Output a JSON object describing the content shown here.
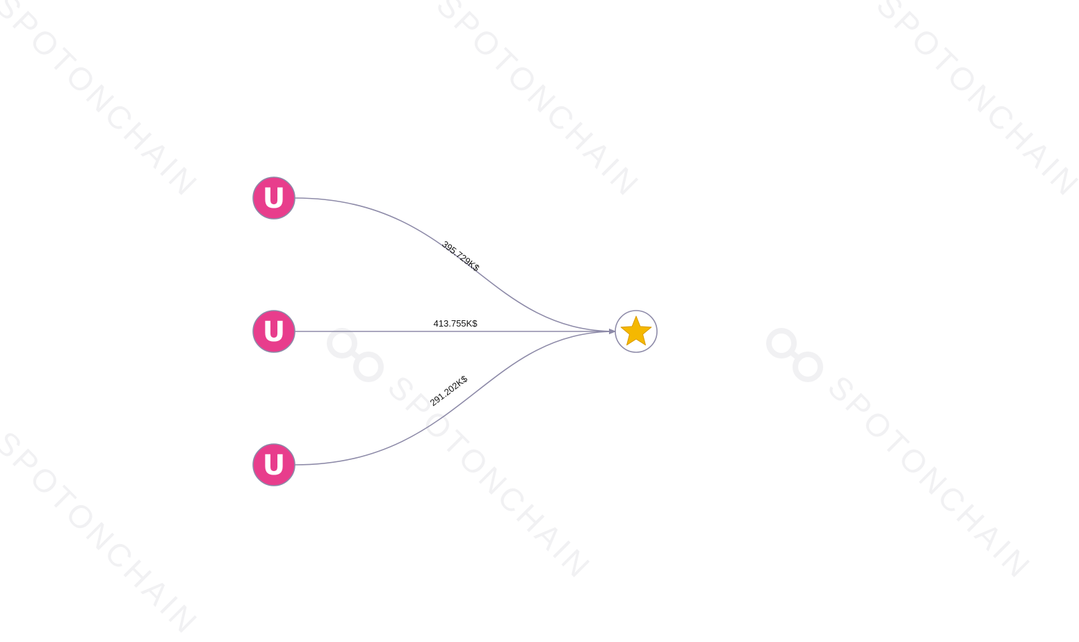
{
  "watermark": {
    "text": "SPOTONCHAIN",
    "color": "#f1f1f3"
  },
  "colors": {
    "edge": "#8d8aa8",
    "source_fill": "#e83d8c",
    "source_ring": "#8d8aa8",
    "target_fill": "#ffffff",
    "target_ring": "#8d8aa8",
    "star": "#f5b800"
  },
  "nodes": {
    "sources": [
      {
        "letter": "U",
        "icon": "u-token-icon"
      },
      {
        "letter": "U",
        "icon": "u-token-icon"
      },
      {
        "letter": "U",
        "icon": "u-token-icon"
      }
    ],
    "target": {
      "icon": "star-icon",
      "glyph": "★"
    }
  },
  "edges": [
    {
      "from": 0,
      "label": "395.729K$"
    },
    {
      "from": 1,
      "label": "413.755K$"
    },
    {
      "from": 2,
      "label": "291.202K$"
    }
  ]
}
